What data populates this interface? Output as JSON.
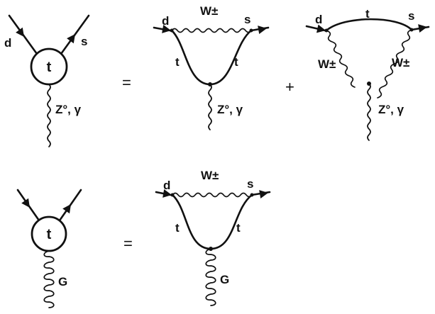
{
  "row1": {
    "lhs": {
      "in": "d",
      "out": "s",
      "loop": "t",
      "boson": "Z°, γ"
    },
    "equals": "=",
    "diagram_a": {
      "in": "d",
      "out": "s",
      "w": "W±",
      "t_left": "t",
      "t_right": "t",
      "boson": "Z°, γ"
    },
    "plus": "+",
    "diagram_b": {
      "in": "d",
      "out": "s",
      "t": "t",
      "w_left": "W±",
      "w_right": "W±",
      "boson": "Z°, γ"
    }
  },
  "row2": {
    "lhs": {
      "loop": "t",
      "gluon": "G"
    },
    "equals": "=",
    "diagram": {
      "in": "d",
      "out": "s",
      "w": "W±",
      "t_left": "t",
      "t_right": "t",
      "gluon": "G"
    }
  }
}
